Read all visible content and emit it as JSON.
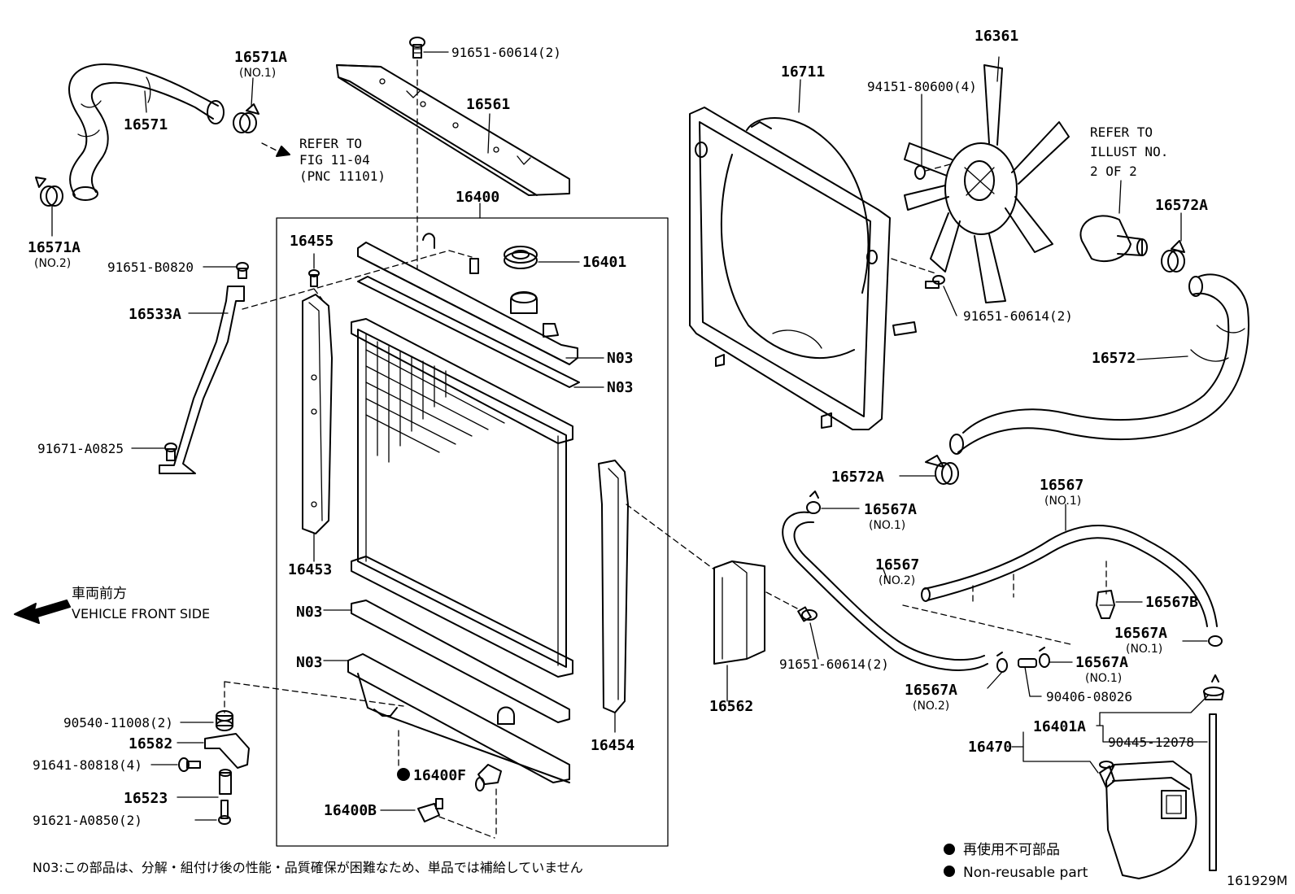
{
  "parts": {
    "p16571A_no1": "16571A",
    "p16571A_no1_sub": "(NO.1)",
    "p16571": "16571",
    "p16571A_no2": "16571A",
    "p16571A_no2_sub": "(NO.2)",
    "refer_1": "REFER TO",
    "refer_2": "FIG 11-04",
    "refer_3": "(PNC 11101)",
    "b91651_60614_top": "91651-60614(2)",
    "p16561": "16561",
    "p16400": "16400",
    "p16455": "16455",
    "p16401": "16401",
    "b91651_B0820": "91651-B0820",
    "p16533A": "16533A",
    "n03_1": "N03",
    "n03_2": "N03",
    "b91671_A0825": "91671-A0825",
    "p16453": "16453",
    "n03_3": "N03",
    "n03_4": "N03",
    "b90540_11008": "90540-11008(2)",
    "p16582": "16582",
    "b91641_80818": "91641-80818(4)",
    "p16523": "16523",
    "b91621_A0850": "91621-A0850(2)",
    "p16400F": "16400F",
    "p16400B": "16400B",
    "p16454": "16454",
    "p16562": "16562",
    "b91651_60614_mid": "91651-60614(2)",
    "p16711": "16711",
    "p16361": "16361",
    "b94151_80600": "94151-80600(4)",
    "refer_illust_1": "REFER TO",
    "refer_illust_2": "ILLUST NO.",
    "refer_illust_3": "2 OF 2",
    "p16572A_top": "16572A",
    "b91651_60614_right": "91651-60614(2)",
    "p16572": "16572",
    "p16572A_bot": "16572A",
    "p16567_no1": "16567",
    "p16567_no1_sub": "(NO.1)",
    "p16567A_a": "16567A",
    "p16567A_a_sub": "(NO.1)",
    "p16567_no2": "16567",
    "p16567_no2_sub": "(NO.2)",
    "p16567B": "16567B",
    "p16567A_b": "16567A",
    "p16567A_b_sub": "(NO.1)",
    "p16567A_c": "16567A",
    "p16567A_c_sub": "(NO.1)",
    "p16567A_d": "16567A",
    "p16567A_d_sub": "(NO.2)",
    "b90406_08026": "90406-08026",
    "p16470": "16470",
    "p16401A": "16401A",
    "b90445_12078": "90445-12078"
  },
  "legend": {
    "front_jp": "車両前方",
    "front_en": "VEHICLE FRONT SIDE",
    "nonreusable_jp": "再使用不可部品",
    "nonreusable_en": "Non-reusable part"
  },
  "footnote": "N03:この部品は、分解・組付け後の性能・品質確保が困難なため、単品では補給していません",
  "figure_id": "161929M"
}
